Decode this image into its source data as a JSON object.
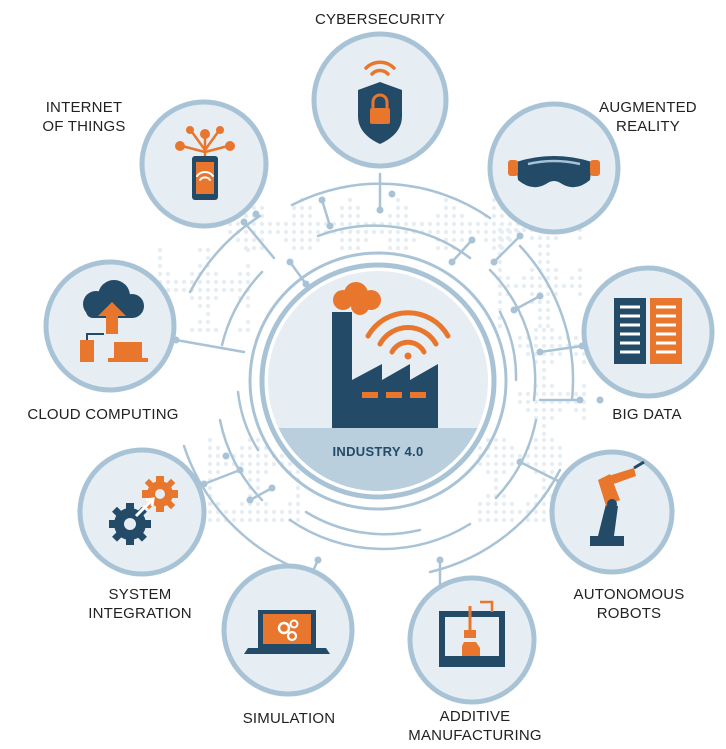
{
  "center": {
    "label": "INDUSTRY 4.0",
    "icon": "factory-icon"
  },
  "nodes": [
    {
      "key": "cybersecurity",
      "lines": [
        "CYBERSECURITY"
      ],
      "icon": "shield-lock-icon"
    },
    {
      "key": "augmented-reality",
      "lines": [
        "AUGMENTED",
        "REALITY"
      ],
      "icon": "vr-headset-icon"
    },
    {
      "key": "big-data",
      "lines": [
        "BIG DATA"
      ],
      "icon": "server-rack-icon"
    },
    {
      "key": "autonomous-robots",
      "lines": [
        "AUTONOMOUS",
        "ROBOTS"
      ],
      "icon": "robot-arm-icon"
    },
    {
      "key": "additive-manufacturing",
      "lines": [
        "ADDITIVE",
        "MANUFACTURING"
      ],
      "icon": "3d-printer-icon"
    },
    {
      "key": "simulation",
      "lines": [
        "SIMULATION"
      ],
      "icon": "laptop-gears-icon"
    },
    {
      "key": "system-integration",
      "lines": [
        "SYSTEM",
        "INTEGRATION"
      ],
      "icon": "gears-icon"
    },
    {
      "key": "cloud-computing",
      "lines": [
        "CLOUD COMPUTING"
      ],
      "icon": "cloud-upload-icon"
    },
    {
      "key": "internet-of-things",
      "lines": [
        "INTERNET",
        "OF THINGS"
      ],
      "icon": "phone-network-icon"
    }
  ],
  "colors": {
    "navy": "#234a66",
    "orange": "#e8762c",
    "light-blue": "#a9c3d6",
    "circle-fill": "#e6eef4",
    "dot": "#e7eef3"
  }
}
